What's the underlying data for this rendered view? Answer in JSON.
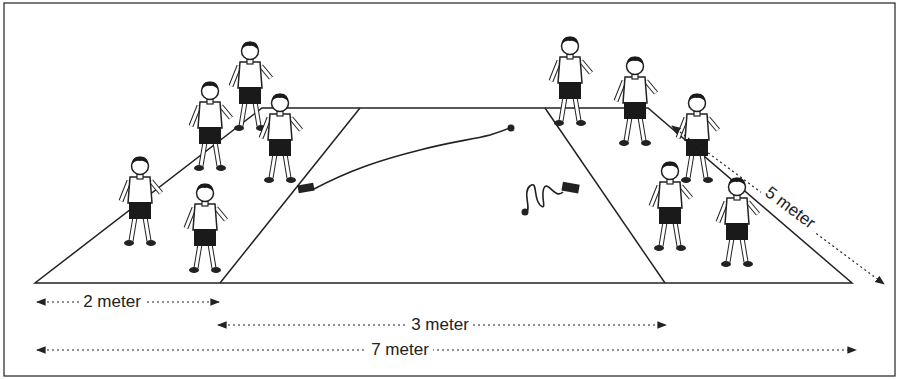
{
  "diagram": {
    "labels": [
      "2 meter",
      "3 meter",
      "7 meter",
      "5 meter"
    ]
  }
}
